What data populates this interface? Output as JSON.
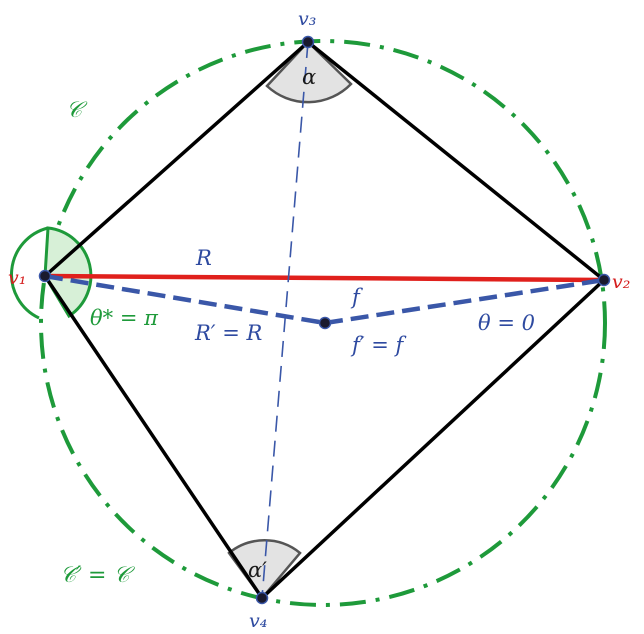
{
  "colors": {
    "circle": "#1e9a3a",
    "quad": "#000000",
    "diag_red": "#e0201c",
    "dashed_blue": "#3a57a8",
    "red_label": "#d51e1e",
    "blue_label": "#2e4aa0",
    "green_label": "#1e9a3a",
    "vertex_label": "#2e4aa0",
    "wedge_gray": "#e3e3e3",
    "wedge_gray_stroke": "#555555",
    "wedge_green": "#d7f0d7"
  },
  "labels": {
    "v1": "v₁",
    "v2": "v₂",
    "v3": "v₃",
    "v4": "v₄",
    "circle_C": "𝒞",
    "circle_C_prime": "𝒞′ = 𝒞",
    "R": "R",
    "R_prime": "R′ = R",
    "f": "f",
    "f_prime": "f′ = f",
    "alpha": "α",
    "alpha_prime": "α′",
    "theta_star": "θ* = π",
    "theta": "θ = 0"
  }
}
